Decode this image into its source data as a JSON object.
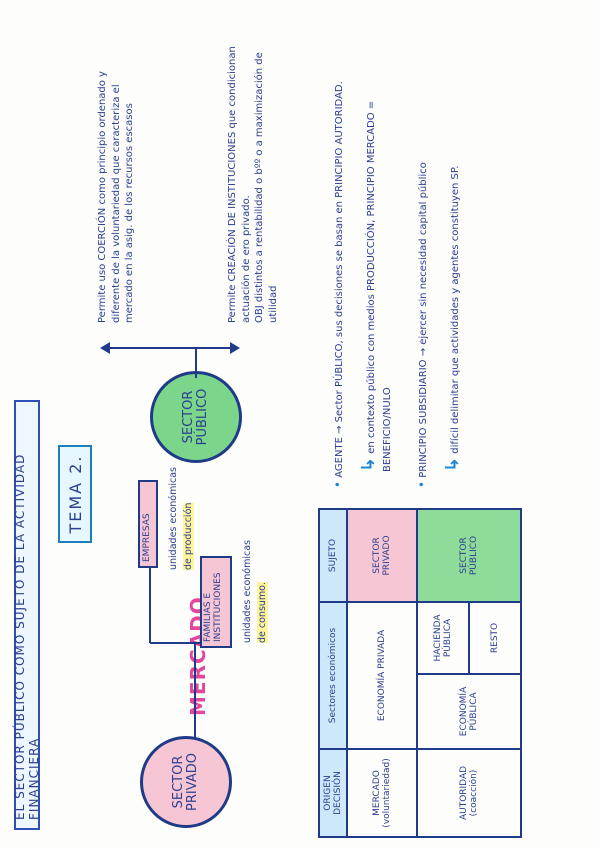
{
  "title": "EL SECTOR PÚBLICO COMO SUJETO DE LA ACTIVIDAD FINANCIERA",
  "tema": "TEMA 2.",
  "left": {
    "circle": [
      "SECTOR",
      "PRIVADO"
    ],
    "mercado": "MERCADO",
    "empresas": "EMPRESAS",
    "empresas_desc": [
      "unidades económicas",
      "de producción"
    ],
    "familias": [
      "FAMILIAS E",
      "INSTITUCIONES"
    ],
    "familias_desc": [
      "unidades económicas",
      "de consumo."
    ]
  },
  "right": {
    "circle": [
      "SECTOR",
      "PÚBLICO"
    ],
    "top_note_lines": [
      "Permite uso COERCIÓN como principio ordenado y",
      "diferente de la voluntariedad que caracteriza el",
      "mercado en la asig. de los recursos escasos"
    ],
    "bottom_note_lines": [
      "Permite CREACIÓN DE INSTITUCIONES que condicionan",
      "actuación de ero privado.",
      "OBJ distintos a rentabilidad o bºº o a maximización de utilidad"
    ]
  },
  "table": {
    "headers": [
      "ORIGEN DECISIÓN",
      "Sectores económicos",
      "SUJETO"
    ],
    "row1": {
      "origen": [
        "MERCADO",
        "(voluntariedad)"
      ],
      "sector": "ECONOMÍA PRIVADA",
      "sujeto": [
        "SECTOR",
        "PRIVADO"
      ]
    },
    "row2": {
      "origen": [
        "AUTORIDAD",
        "(coacción)"
      ],
      "sector": [
        "ECONOMÍA",
        "PÚBLICA"
      ],
      "sub1": [
        "HACIENDA",
        "PÚBLICA"
      ],
      "sub2": "RESTO",
      "sujeto": [
        "SECTOR",
        "PÚBLICO"
      ]
    }
  },
  "bullets": [
    {
      "text": "AGENTE → Sector PÚBLICO, sus decisiones se basan en PRINCIPIO AUTORIDAD.",
      "arrow_text": "en contexto público con medios PRODUCCIÓN, PRINCIPIO MERCADO = BENEFICIO/NULO"
    },
    {
      "text": "PRINCIPIO SUBSIDIARIO → ejercer sin necesidad capital público",
      "arrow_text": "difícil delimitar que actividades y agentes constituyen SP."
    }
  ]
}
